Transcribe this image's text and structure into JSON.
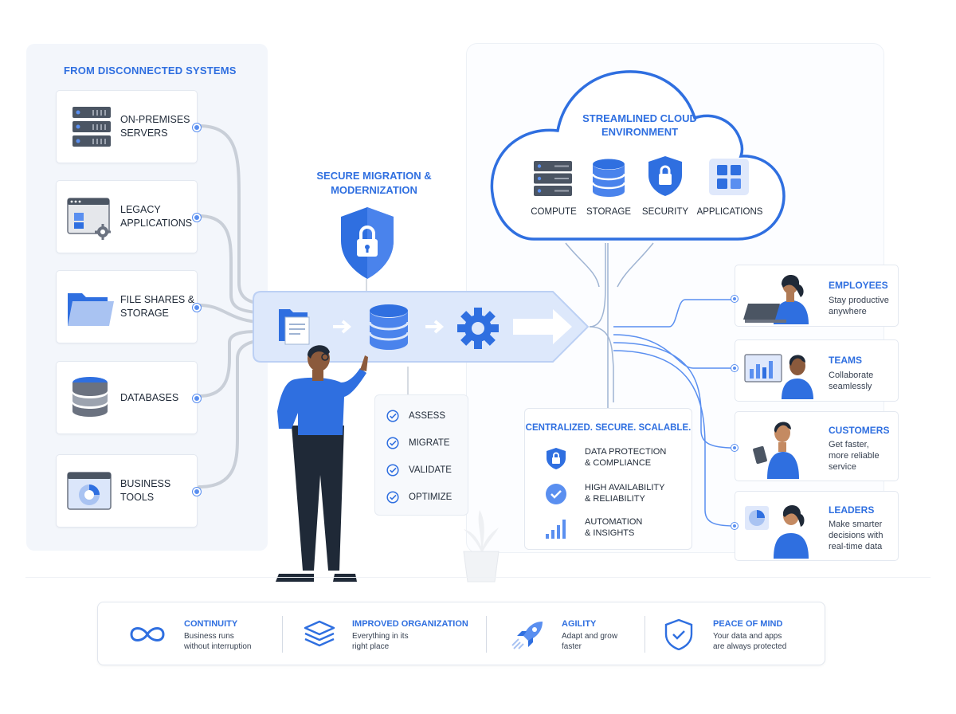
{
  "left_panel": {
    "title": "FROM DISCONNECTED SYSTEMS",
    "sources": [
      {
        "label": "ON-PREMISES SERVERS",
        "icon": "server-rack-icon"
      },
      {
        "label": "LEGACY APPLICATIONS",
        "icon": "legacy-app-window-icon"
      },
      {
        "label": "FILE SHARES & STORAGE",
        "icon": "folder-icon"
      },
      {
        "label": "DATABASES",
        "icon": "database-icon"
      },
      {
        "label": "BUSINESS TOOLS",
        "icon": "dashboard-chart-icon"
      }
    ]
  },
  "migration": {
    "title": "SECURE MIGRATION & MODERNIZATION",
    "pipeline_icons": [
      "document-folder-icon",
      "database-icon",
      "gear-icon"
    ],
    "steps": [
      "ASSESS",
      "MIGRATE",
      "VALIDATE",
      "OPTIMIZE"
    ]
  },
  "cloud": {
    "title": "STREAMLINED CLOUD ENVIRONMENT",
    "items": [
      {
        "label": "COMPUTE",
        "icon": "server-rack-icon"
      },
      {
        "label": "STORAGE",
        "icon": "database-icon"
      },
      {
        "label": "SECURITY",
        "icon": "shield-lock-icon"
      },
      {
        "label": "APPLICATIONS",
        "icon": "app-grid-icon"
      }
    ]
  },
  "central": {
    "title": "CENTRALIZED. SECURE. SCALABLE.",
    "items": [
      {
        "line1": "DATA PROTECTION",
        "line2": "& COMPLIANCE",
        "icon": "shield-lock-icon"
      },
      {
        "line1": "HIGH AVAILABILITY",
        "line2": "& RELIABILITY",
        "icon": "check-badge-icon"
      },
      {
        "line1": "AUTOMATION",
        "line2": "& INSIGHTS",
        "icon": "bar-chart-icon"
      }
    ]
  },
  "audiences": [
    {
      "name": "EMPLOYEES",
      "lines": [
        "Stay productive",
        "anywhere"
      ]
    },
    {
      "name": "TEAMS",
      "lines": [
        "Collaborate",
        "seamlessly"
      ]
    },
    {
      "name": "CUSTOMERS",
      "lines": [
        "Get faster,",
        "more reliable",
        "service"
      ]
    },
    {
      "name": "LEADERS",
      "lines": [
        "Make smarter",
        "decisions with",
        "real-time data"
      ]
    }
  ],
  "benefits": [
    {
      "title": "CONTINUITY",
      "lines": [
        "Business runs",
        "without interruption"
      ],
      "icon": "infinity-icon"
    },
    {
      "title": "IMPROVED ORGANIZATION",
      "lines": [
        "Everything in its",
        "right place"
      ],
      "icon": "layers-icon"
    },
    {
      "title": "AGILITY",
      "lines": [
        "Adapt and grow",
        "faster"
      ],
      "icon": "rocket-icon"
    },
    {
      "title": "PEACE OF MIND",
      "lines": [
        "Your data and apps",
        "are always protected"
      ],
      "icon": "shield-check-icon"
    }
  ],
  "colors": {
    "accent": "#2f6fe0",
    "accent_light": "#5a8ff0",
    "panel": "#f3f6fb",
    "line": "#c9cfd8"
  }
}
